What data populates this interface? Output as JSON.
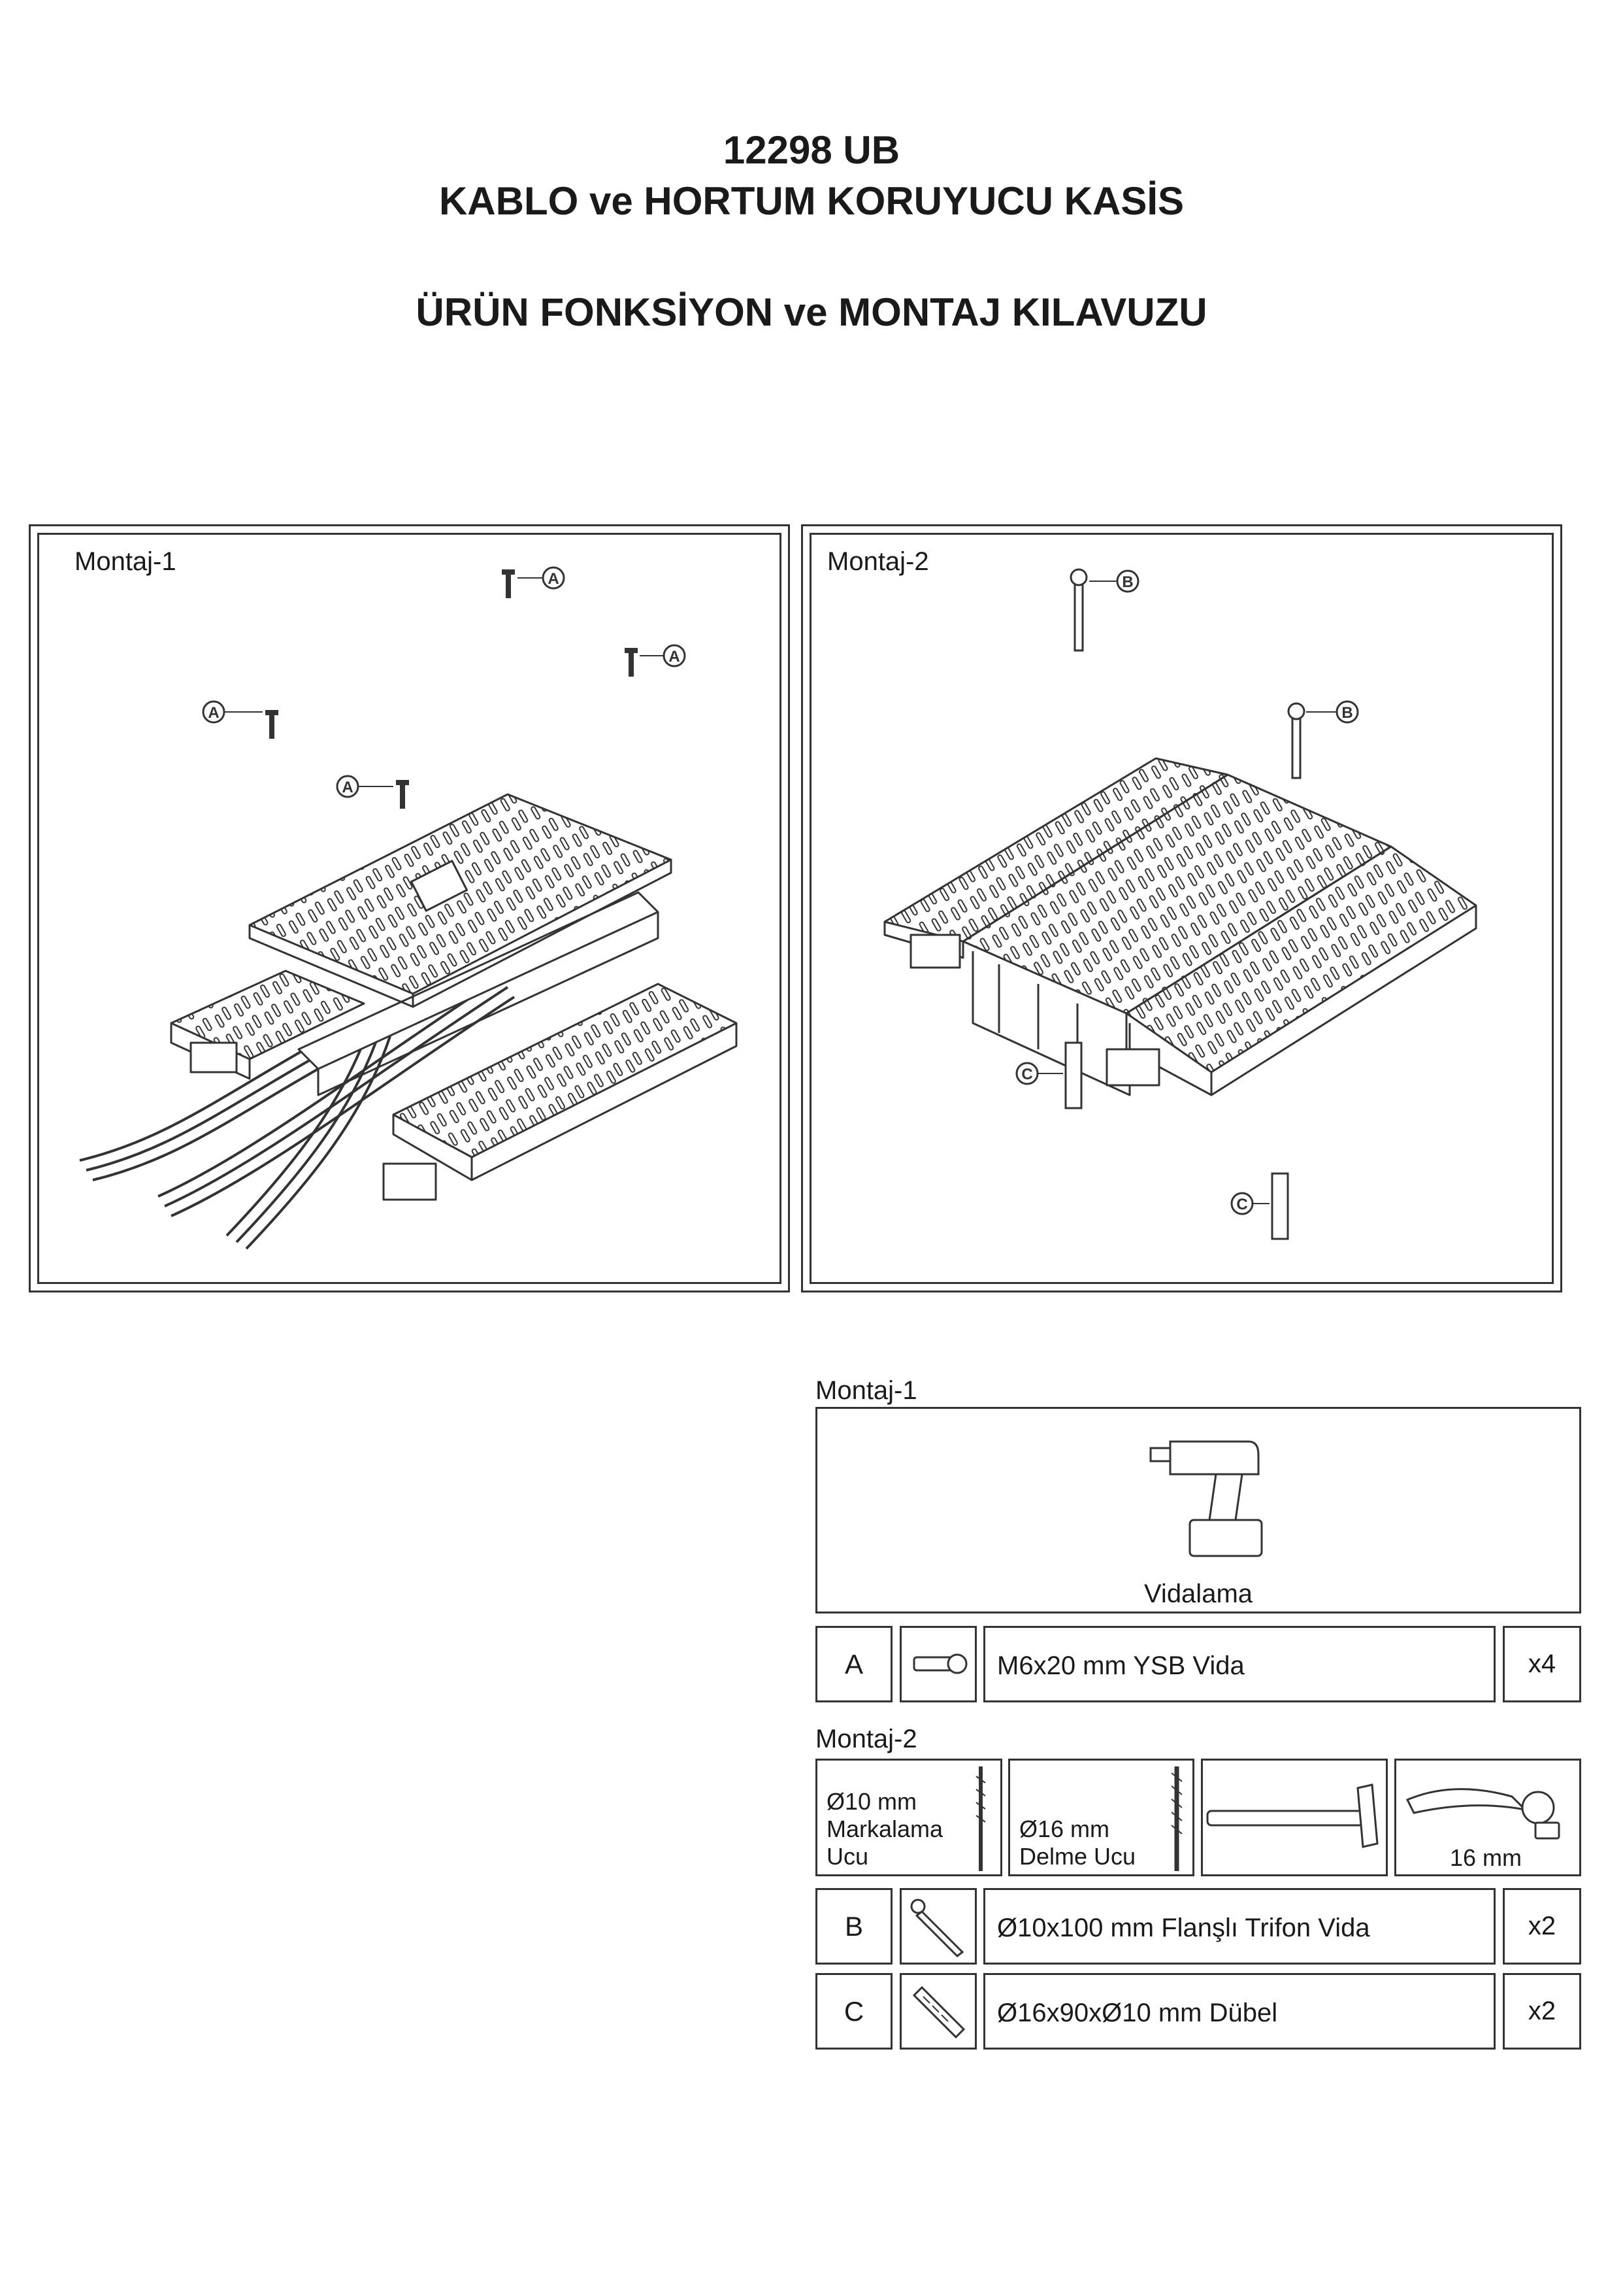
{
  "header": {
    "code": "12298 UB",
    "product": "KABLO ve HORTUM KORUYUCU KASİS",
    "guide": "ÜRÜN FONKSİYON ve MONTAJ KILAVUZU"
  },
  "diagrams": {
    "montaj1": {
      "label": "Montaj-1",
      "callout": "A"
    },
    "montaj2": {
      "label": "Montaj-2",
      "callout_b": "B",
      "callout_c": "C"
    }
  },
  "tools": {
    "montaj1": {
      "label": "Montaj-1",
      "tool_caption": "Vidalama",
      "part": {
        "letter": "A",
        "name": "M6x20 mm YSB Vida",
        "qty": "x4"
      }
    },
    "montaj2": {
      "label": "Montaj-2",
      "bit1": [
        "Ø10 mm",
        "Markalama",
        "Ucu"
      ],
      "bit2": [
        "Ø16 mm",
        "Delme Ucu"
      ],
      "wrench": "16 mm",
      "parts": [
        {
          "letter": "B",
          "name": "Ø10x100 mm Flanşlı Trifon Vida",
          "qty": "x2"
        },
        {
          "letter": "C",
          "name": "Ø16x90xØ10 mm Dübel",
          "qty": "x2"
        }
      ]
    }
  }
}
